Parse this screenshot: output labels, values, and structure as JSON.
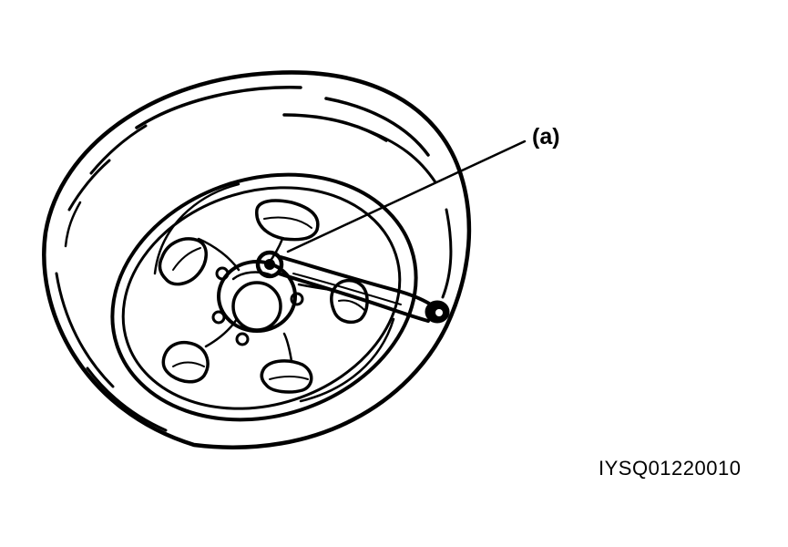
{
  "diagram": {
    "callout_label": "(a)",
    "figure_code": "IYSQ01220010",
    "line_color": "#000000",
    "background_color": "#ffffff",
    "parts": [
      "tire",
      "wheel-rim",
      "wheel-spokes",
      "hub-cap",
      "wheel-nuts",
      "lug-wrench"
    ]
  }
}
